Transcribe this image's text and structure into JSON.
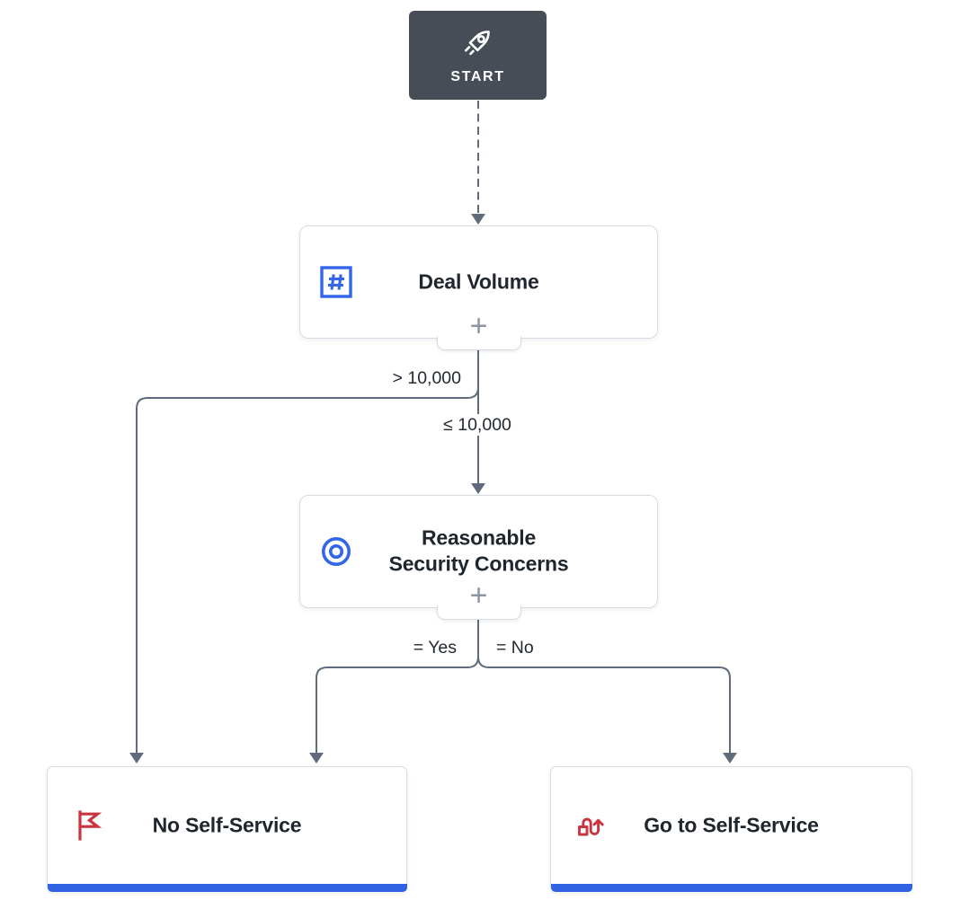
{
  "diagram": {
    "type": "decision-tree-flow-builder",
    "nodes": {
      "start": {
        "label": "START",
        "icon": "rocket-icon"
      },
      "deal_volume": {
        "label": "Deal Volume",
        "icon": "number-hash-icon",
        "add_label": "+"
      },
      "security_concerns": {
        "label": "Reasonable Security Concerns",
        "line1": "Reasonable",
        "line2": "Security Concerns",
        "icon": "target-icon",
        "add_label": "+"
      },
      "no_self_service": {
        "label": "No Self-Service",
        "icon": "flag-icon"
      },
      "go_self_service": {
        "label": "Go to Self-Service",
        "icon": "goto-icon"
      }
    },
    "edges": {
      "deal_gt": {
        "label": "> 10,000",
        "from": "deal_volume",
        "to": "no_self_service"
      },
      "deal_lte": {
        "label": "≤ 10,000",
        "from": "deal_volume",
        "to": "security_concerns"
      },
      "security_yes": {
        "label": "= Yes",
        "from": "security_concerns",
        "to": "no_self_service"
      },
      "security_no": {
        "label": "= No",
        "from": "security_concerns",
        "to": "go_self_service"
      }
    },
    "colors": {
      "start_background": "#474d57",
      "connector_line": "#5f6b7b",
      "accent_blue": "#3366e8",
      "outcome_bar_blue": "#3161e4",
      "accent_red": "#c9353f",
      "card_border": "#d8dce2",
      "title_text": "#20262e"
    }
  }
}
